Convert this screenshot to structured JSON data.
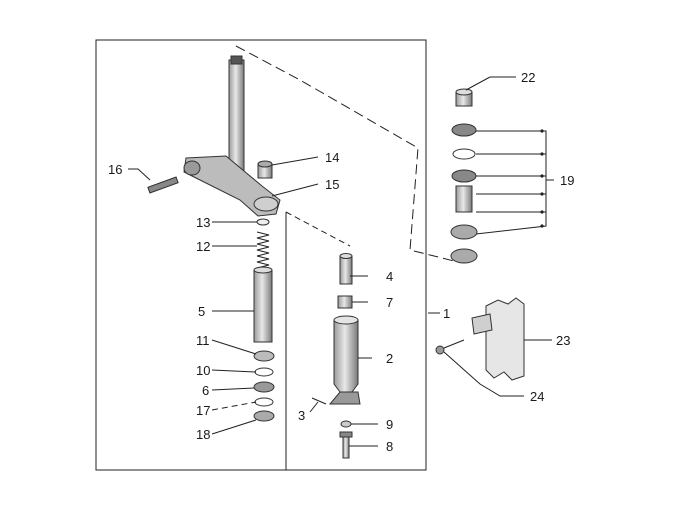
{
  "diagram": {
    "callouts": [
      {
        "id": "c1",
        "label": "1"
      },
      {
        "id": "c2",
        "label": "2"
      },
      {
        "id": "c3",
        "label": "3"
      },
      {
        "id": "c4",
        "label": "4"
      },
      {
        "id": "c5",
        "label": "5"
      },
      {
        "id": "c6",
        "label": "6"
      },
      {
        "id": "c7",
        "label": "7"
      },
      {
        "id": "c8",
        "label": "8"
      },
      {
        "id": "c9",
        "label": "9"
      },
      {
        "id": "c10",
        "label": "10"
      },
      {
        "id": "c11",
        "label": "11"
      },
      {
        "id": "c12",
        "label": "12"
      },
      {
        "id": "c13",
        "label": "13"
      },
      {
        "id": "c14",
        "label": "14"
      },
      {
        "id": "c15",
        "label": "15"
      },
      {
        "id": "c16",
        "label": "16"
      },
      {
        "id": "c17",
        "label": "17"
      },
      {
        "id": "c18",
        "label": "18"
      },
      {
        "id": "c19",
        "label": "19"
      },
      {
        "id": "c22",
        "label": "22"
      },
      {
        "id": "c23",
        "label": "23"
      },
      {
        "id": "c24",
        "label": "24"
      }
    ],
    "colors": {
      "part_fill": "#d9d9d9",
      "part_dark": "#8c8c8c",
      "line": "#222222"
    }
  }
}
